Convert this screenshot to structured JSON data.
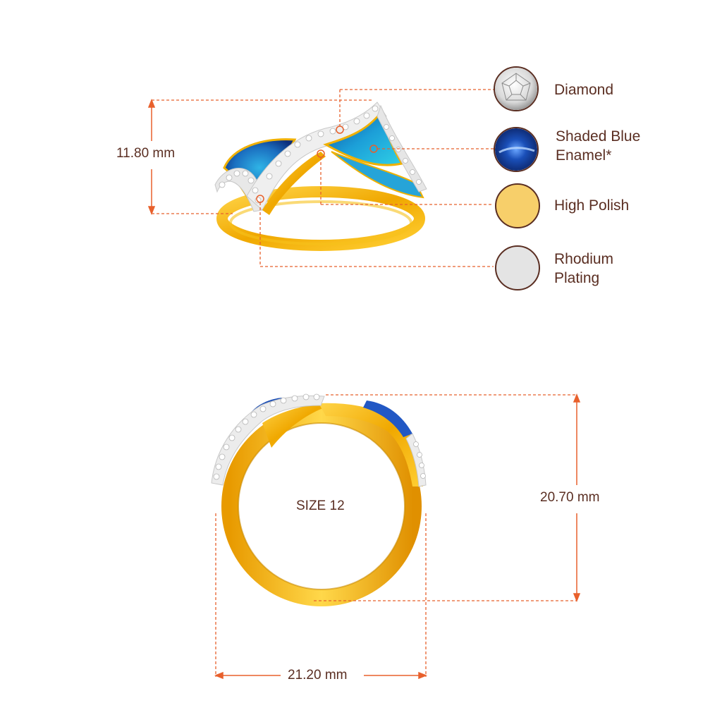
{
  "colors": {
    "accent_line": "#e8602c",
    "text": "#5a2e22",
    "gold": "#f0b400",
    "high_polish_swatch": "#f7cf6a",
    "rhodium_swatch": "#e4e4e4",
    "enamel_blue": "#1f5fb3"
  },
  "legend": [
    {
      "label": "Diamond",
      "icon": "diamond-swatch"
    },
    {
      "label_line1": "Shaded Blue",
      "label_line2": "Enamel*",
      "icon": "blue-enamel-swatch"
    },
    {
      "label": "High Polish",
      "icon": "gold-swatch"
    },
    {
      "label_line1": "Rhodium",
      "label_line2": "Plating",
      "icon": "rhodium-swatch"
    }
  ],
  "dimensions": {
    "height_top": "11.80 mm",
    "height_front": "20.70 mm",
    "width_front": "21.20 mm",
    "size": "SIZE 12"
  }
}
